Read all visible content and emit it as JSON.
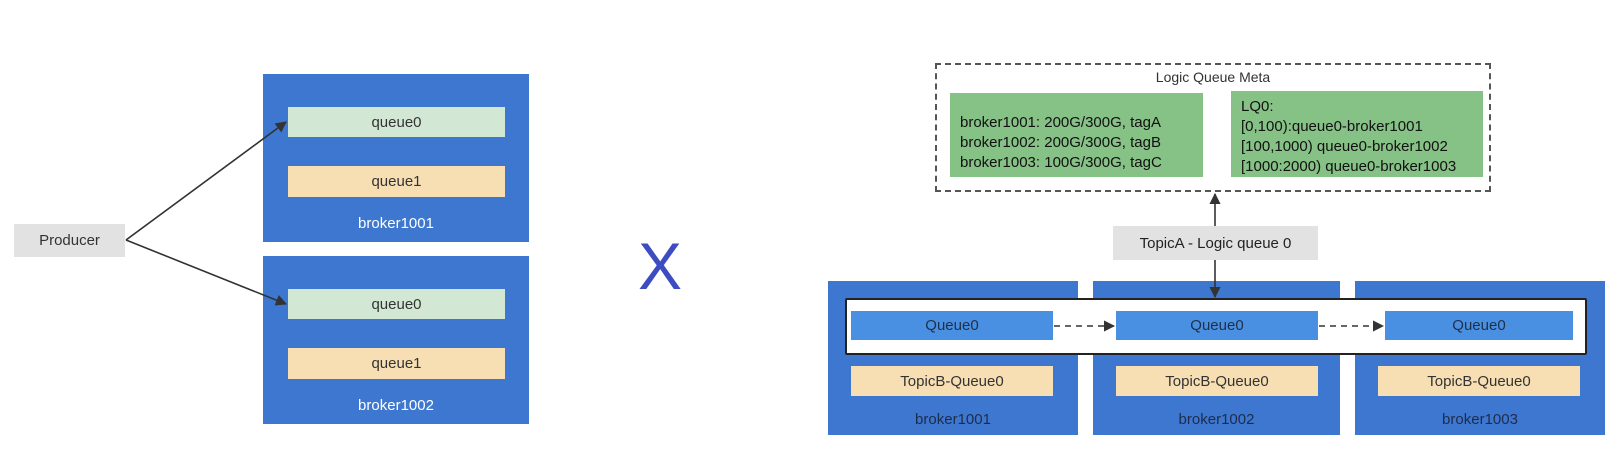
{
  "left": {
    "producer": "Producer",
    "brokers": [
      {
        "label": "broker1001",
        "queues": [
          "queue0",
          "queue1"
        ]
      },
      {
        "label": "broker1002",
        "queues": [
          "queue0",
          "queue1"
        ]
      }
    ]
  },
  "separator": "X",
  "right": {
    "meta": {
      "title": "Logic Queue Meta",
      "broker_lines": [
        "broker1001: 200G/300G, tagA",
        "broker1002: 200G/300G, tagB",
        "broker1003: 100G/300G, tagC"
      ],
      "lq_lines": [
        "LQ0:",
        "[0,100):queue0-broker1001",
        "[100,1000) queue0-broker1002",
        "[1000:2000) queue0-broker1003"
      ]
    },
    "logic_queue": "TopicA - Logic queue 0",
    "brokers": [
      {
        "label": "broker1001",
        "queue": "Queue0",
        "topicb": "TopicB-Queue0"
      },
      {
        "label": "broker1002",
        "queue": "Queue0",
        "topicb": "TopicB-Queue0"
      },
      {
        "label": "broker1003",
        "queue": "Queue0",
        "topicb": "TopicB-Queue0"
      }
    ]
  },
  "colors": {
    "broker": "#3d77d0",
    "queue_green": "#d2e8d5",
    "queue_beige": "#f7dfb3",
    "queue_blue": "#4a90e2",
    "meta_green": "#86c186",
    "separator": "#3e4cc2"
  }
}
